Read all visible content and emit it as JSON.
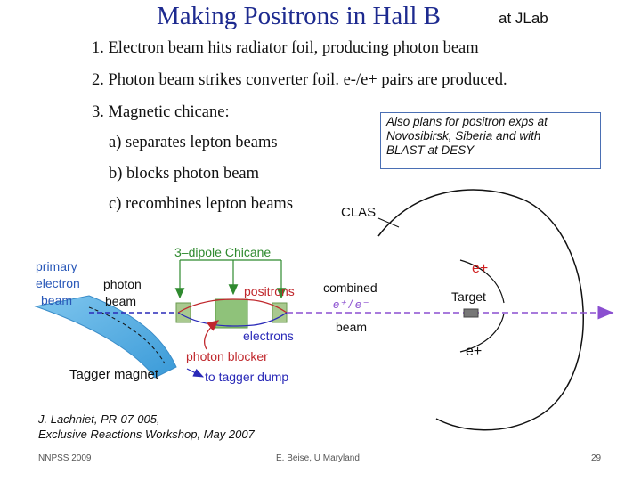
{
  "slide": {
    "title": "Making Positrons in Hall B",
    "subtitle": "at JLab",
    "bullets": [
      "1. Electron beam hits radiator foil, producing photon beam",
      "2. Photon beam strikes converter foil. e-/e+ pairs are produced.",
      "3. Magnetic chicane:"
    ],
    "sub_bullets": [
      "a) separates lepton beams",
      "b) blocks photon beam",
      "c) recombines lepton beams"
    ],
    "callout": {
      "lines": [
        "Also plans for positron exps at",
        "Novosibirsk, Siberia and with",
        "BLAST at DESY"
      ]
    },
    "diagram": {
      "clas_label": "CLAS",
      "chicane_label": "3–dipole Chicane",
      "primary_beam_label": [
        "primary",
        "electron",
        "beam"
      ],
      "photon_beam_label": [
        "photon",
        "beam"
      ],
      "positrons_label": "positrons",
      "electrons_label": "electrons",
      "combined_label": "combined",
      "combined_particles": "e⁺ / e⁻",
      "beam_label": "beam",
      "target_label": "Target",
      "photon_blocker_label": "photon blocker",
      "tagger_dump_label": "to tagger dump",
      "tagger_magnet_label": "Tagger magnet",
      "eplus_top": "e+",
      "eplus_bottom": "e+",
      "colors": {
        "beam_blue": "#2a2ab8",
        "beam_purple": "#8b4fd0",
        "arrow_green": "#2f8a2f",
        "arrow_red": "#c0282d",
        "label_blue": "#2857b8",
        "chicane_green": "#6aaa47",
        "positron_red": "#d02020"
      }
    },
    "reference": [
      "J. Lachniet, PR-07-005,",
      "Exclusive Reactions Workshop, May 2007"
    ],
    "footer": {
      "left": "NNPSS 2009",
      "center": "E. Beise, U Maryland",
      "page": "29"
    }
  }
}
